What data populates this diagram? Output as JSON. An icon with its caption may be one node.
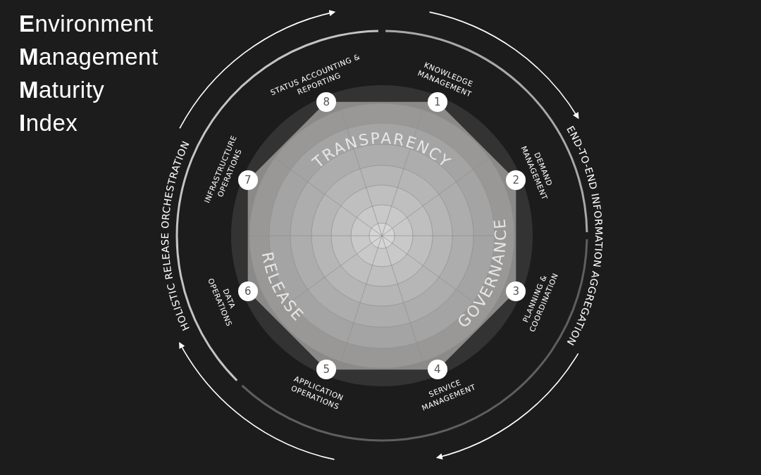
{
  "diagram": {
    "title": "**E**nvironment **M**anagement **M**aturity **I**ndex",
    "nodes": [
      {
        "text": [
          "1"
        ],
        "beside": [
          "KNOWLEDGE MANAGEMENT"
        ]
      },
      {
        "text": [
          "2"
        ],
        "beside": [
          "DEMAND MANAGEMENT"
        ]
      },
      {
        "text": [
          "3"
        ],
        "beside": [
          "PLANNING & COORDINATION"
        ]
      },
      {
        "text": [
          "4"
        ],
        "beside": [
          "SERVICE MANAGEMENT"
        ]
      },
      {
        "text": [
          "5"
        ],
        "beside": [
          "APPLICATION OPERATIONS"
        ]
      },
      {
        "text": [
          "6"
        ],
        "beside": [
          "DATA OPERATIONS"
        ]
      },
      {
        "text": [
          "7"
        ],
        "beside": [
          "INFRASTRUCTURE OPERATIONS"
        ]
      },
      {
        "text": [
          "8"
        ],
        "beside": [
          "STATUS ACCOUNTING & REPORTING"
        ]
      }
    ],
    "labels": [
      "TRANSPARENCY",
      "END-TO-END INFORMATION AGGREGATION",
      "GOVERNANCE",
      "RELEASE",
      "HOLISTIC RELEASE ORCHESTRATION"
    ]
  }
}
